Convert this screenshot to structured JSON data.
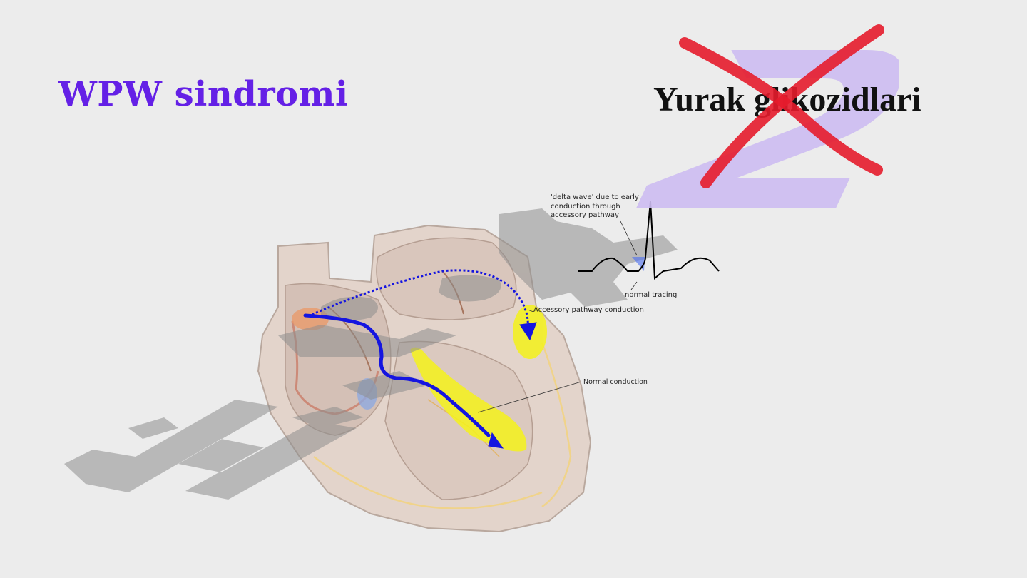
{
  "slide": {
    "title": "WPW sindromi",
    "crossed_title": "Yurak glikozidlari"
  },
  "diagram": {
    "delta_wave_note": "'delta wave' due to early conduction through accessory pathway",
    "normal_tracing_label": "normal tracing",
    "accessory_label": "Accessory pathway conduction",
    "normal_conduction_label": "Normal conduction"
  },
  "colors": {
    "title": "#6420e6",
    "cross": "#e51c2c",
    "conduction_path": "#1515e0",
    "highlight": "#f4f21a",
    "watermark": "#9a9a9a",
    "watermark_2": "#c9b8f0"
  }
}
